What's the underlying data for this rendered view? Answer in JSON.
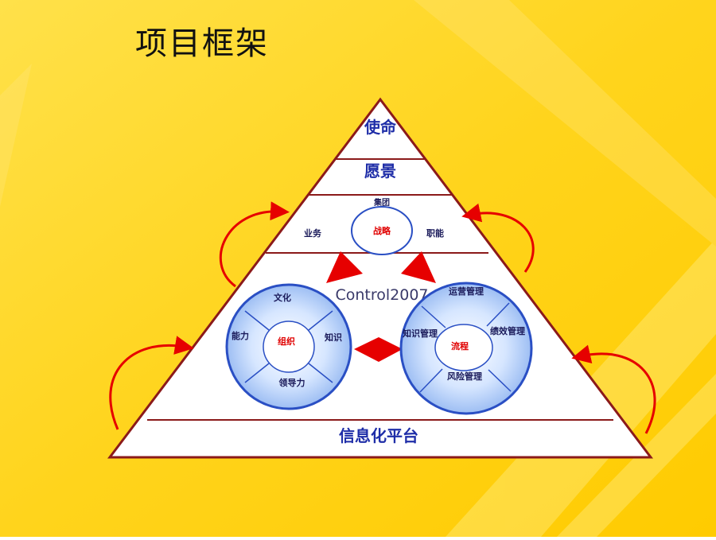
{
  "title": "项目框架",
  "pyramid": {
    "levels": [
      "使命",
      "愿景"
    ],
    "strategy": {
      "top_label": "集团",
      "hidden_label": "战略",
      "left": "业务",
      "center": "战略",
      "right": "职能"
    },
    "watermark": "Control2007",
    "platform": "信息化平台"
  },
  "organization": {
    "center": "组织",
    "segments": [
      "文化",
      "知识",
      "领导力",
      "能力"
    ]
  },
  "process": {
    "center": "流程",
    "segments": [
      "运营管理",
      "绩效管理",
      "风险管理",
      "知识管理"
    ]
  },
  "colors": {
    "background": "#ffd21a",
    "outline": "#8b1a1a",
    "accent_red": "#e60000",
    "circle_blue": "#4a7fd8",
    "label_blue": "#1f2ea8"
  }
}
